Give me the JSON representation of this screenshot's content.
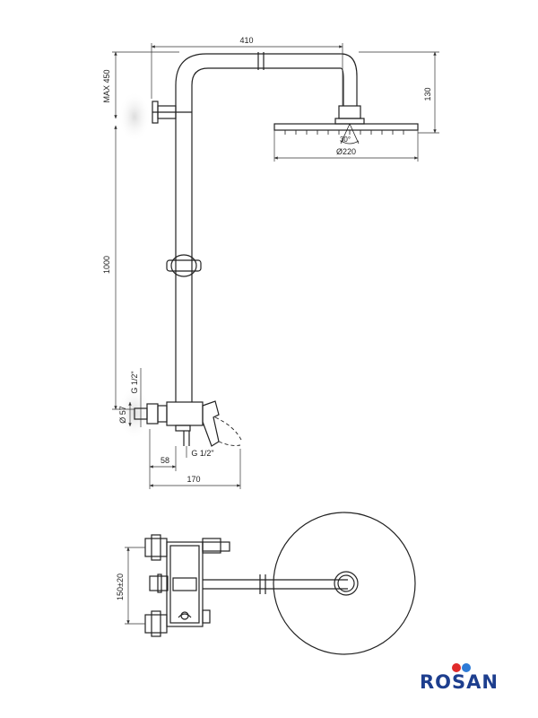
{
  "dimensions": {
    "width_top": "410",
    "height_max": "MAX 450",
    "head_height": "130",
    "spray_angle": "30°",
    "head_diameter": "Ø220",
    "rail_length": "1000",
    "inlet_thread_top": "G 1/2\"",
    "inlet_diameter": "Ø 57",
    "outlet_thread": "G 1/2\"",
    "outlet_offset": "58",
    "body_width": "170",
    "inlet_spacing": "150±20"
  },
  "brand": {
    "name": "ROSAN",
    "colors": {
      "text": "#1d3e8e",
      "dot_red": "#e02a2a",
      "dot_blue": "#2e7bd6"
    }
  }
}
